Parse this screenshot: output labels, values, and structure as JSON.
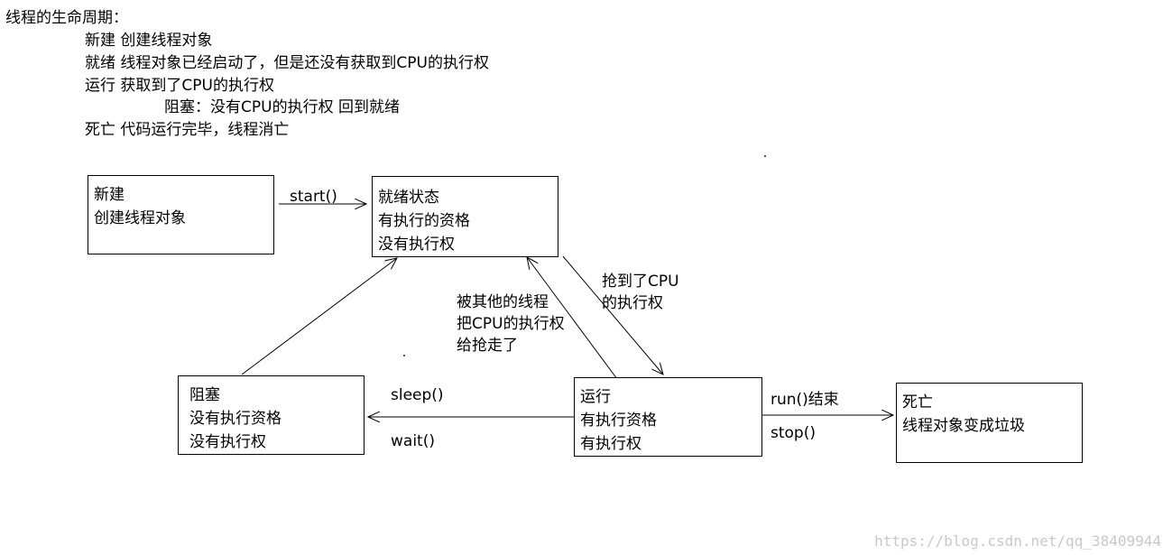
{
  "intro": {
    "heading": "线程的生命周期：",
    "lines": [
      "新建 创建线程对象",
      "就绪 线程对象已经启动了，但是还没有获取到CPU的执行权",
      "运行 获取到了CPU的执行权",
      "阻塞：没有CPU的执行权 回到就绪",
      "死亡 代码运行完毕，线程消亡"
    ]
  },
  "states": {
    "new": [
      "新建",
      "创建线程对象"
    ],
    "ready": [
      "就绪状态",
      "有执行的资格",
      "没有执行权"
    ],
    "blocked": [
      "阻塞",
      "没有执行资格",
      "没有执行权"
    ],
    "running": [
      "运行",
      "有执行资格",
      "有执行权"
    ],
    "dead": [
      "死亡",
      "线程对象变成垃圾"
    ]
  },
  "transitions": {
    "start": "start()",
    "grab_cpu": [
      "抢到了CPU",
      "的执行权"
    ],
    "preempted": [
      "被其他的线程",
      "把CPU的执行权",
      "给抢走了"
    ],
    "sleep": "sleep()",
    "wait": "wait()",
    "run_end": "run()结束",
    "stop": "stop()"
  },
  "watermark": "https://blog.csdn.net/qq_38409944"
}
